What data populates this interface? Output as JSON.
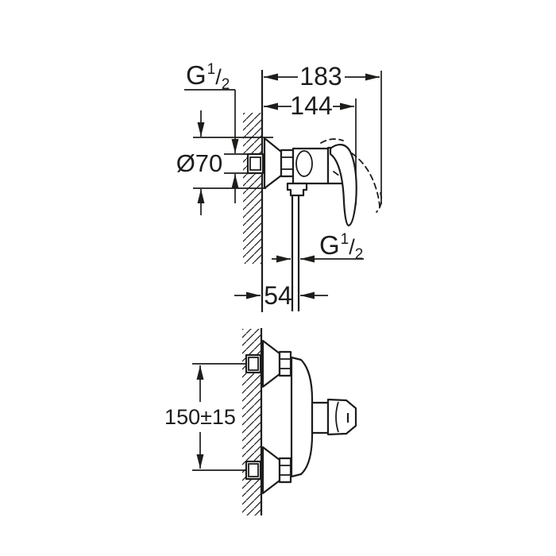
{
  "page": {
    "background": "#ffffff",
    "line_color": "#1d1d1b",
    "kind": "technical dimension drawing of a wall-mounted single-lever shower mixer, two views"
  },
  "side_view": {
    "dim_overall_depth": "183",
    "dim_body_depth": "144",
    "supply_thread": {
      "g": "G",
      "sup": "1",
      "slash": "/",
      "sub": "2"
    },
    "escutcheon_diameter": "Ø70",
    "outlet_thread": {
      "g": "G",
      "sup": "1",
      "slash": "/",
      "sub": "2"
    },
    "dim_outlet_offset": "54"
  },
  "front_view": {
    "dim_connection_spacing": "150±15"
  }
}
